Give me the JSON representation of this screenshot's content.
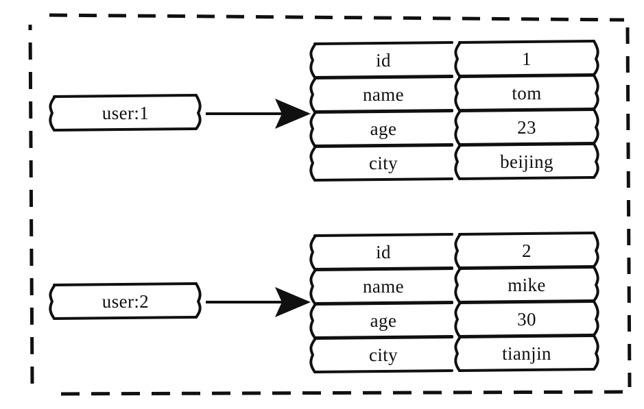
{
  "diagram": {
    "title": "redis-hash-key-value-diagram",
    "style": "hand-drawn",
    "boundary": {
      "name": "dashed-container",
      "stroke": "#101010",
      "dash": "dashed"
    },
    "ink_color": "#101010",
    "background_color": "#ffffff",
    "entries": [
      {
        "key": "user:1",
        "arrow": "arrow-right",
        "fields": [
          {
            "field": "id",
            "value": "1"
          },
          {
            "field": "name",
            "value": "tom"
          },
          {
            "field": "age",
            "value": "23"
          },
          {
            "field": "city",
            "value": "beijing"
          }
        ]
      },
      {
        "key": "user:2",
        "arrow": "arrow-right",
        "fields": [
          {
            "field": "id",
            "value": "2"
          },
          {
            "field": "name",
            "value": "mike"
          },
          {
            "field": "age",
            "value": "30"
          },
          {
            "field": "city",
            "value": "tianjin"
          }
        ]
      }
    ]
  }
}
